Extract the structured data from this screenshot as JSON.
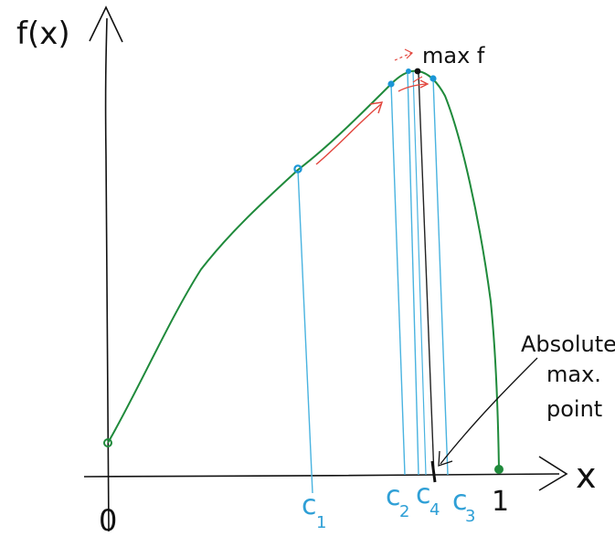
{
  "axes": {
    "y_label": "f(x)",
    "x_label": "x",
    "origin_label": "0",
    "end_label": "1"
  },
  "points": [
    {
      "label": "c1",
      "sub": "1"
    },
    {
      "label": "c2",
      "sub": "2"
    },
    {
      "label": "c4",
      "sub": "4"
    },
    {
      "label": "c3",
      "sub": "3"
    }
  ],
  "annotations": {
    "max_label": "max f",
    "absolute_max_line1": "Absolute",
    "absolute_max_line2": "max.",
    "absolute_max_line3": "point"
  },
  "colors": {
    "curve": "#1f8a3b",
    "guide": "#49b3e0",
    "arrow": "#e2453c",
    "ink": "#111111"
  }
}
